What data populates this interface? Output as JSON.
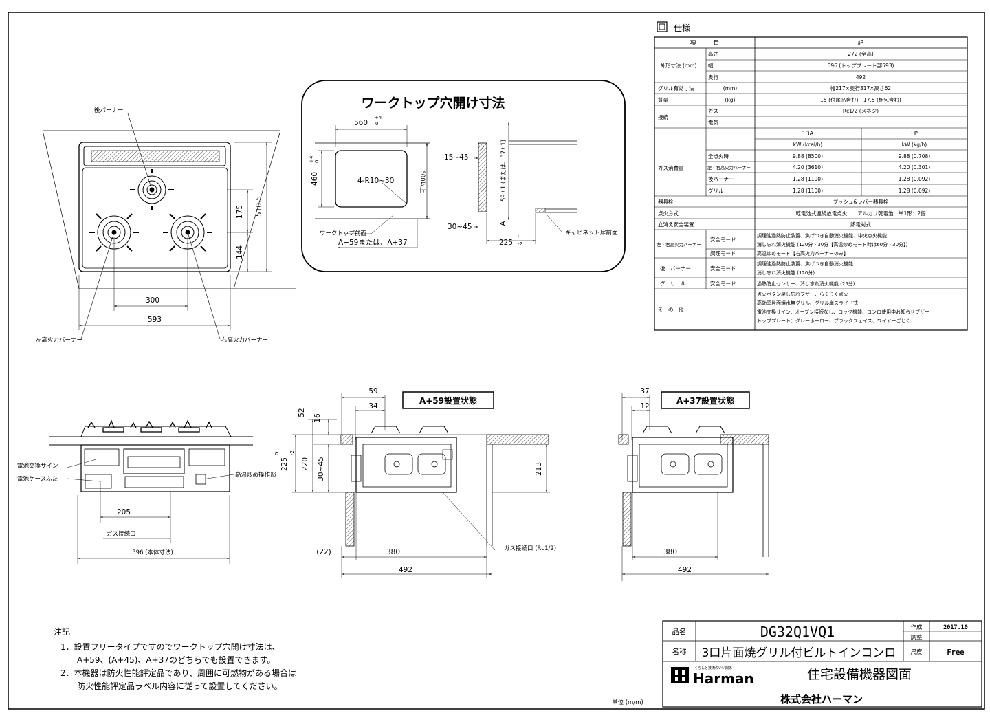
{
  "spec": {
    "title": "仕様",
    "head": [
      "項　　　目",
      "記"
    ],
    "rows": [
      {
        "g": "外形寸法 (mm)",
        "k": "高さ",
        "v": "272 (全高)"
      },
      {
        "k": "幅",
        "v": "596 (トッププレート部593)"
      },
      {
        "k": "奥行",
        "v": "492"
      },
      {
        "g": "グリル有効寸法",
        "k": "(mm)",
        "v": "幅217×奥行317×高さ62"
      },
      {
        "g": "質量",
        "k": "(kg)",
        "v": "15 (付属品含む)　17.5 (梱包含む)"
      },
      {
        "g": "接続",
        "k": "ガス",
        "v": "Rc1/2 (メネジ)"
      },
      {
        "k": "電気",
        "v": ""
      }
    ],
    "gas": {
      "group": "ガス消費量",
      "cols": [
        "13A",
        "LP"
      ],
      "units": [
        "kW (kcal/h)",
        "kW (kg/h)"
      ],
      "rows": [
        {
          "k": "全点火時",
          "a": "9.88 (8500)",
          "b": "9.88 (0.708)"
        },
        {
          "k": "左・右高火力バーナー",
          "a": "4.20 (3610)",
          "b": "4.20 (0.301)"
        },
        {
          "k": "後バーナー",
          "a": "1.28 (1100)",
          "b": "1.28 (0.092)"
        },
        {
          "k": "グリル",
          "a": "1.28 (1100)",
          "b": "1.28 (0.092)"
        }
      ]
    },
    "misc": [
      {
        "k": "器具栓",
        "v": "プッシュ&レバー器具栓"
      },
      {
        "k": "点火方式",
        "v": "乾電池式連続放電点火　　アルカリ乾電池　単1形：2個"
      },
      {
        "k": "立消え安全装置",
        "v": "熱電対式"
      }
    ],
    "safety": {
      "lr_label": "左・右高火力バーナー",
      "rear_label": "後　バーナー",
      "grill_label": "グ　リ　ル",
      "mode_safe": "安全モード",
      "mode_cook": "調理モード",
      "lr_safe_1": "調理油過熱防止装置、焦げつき自動消火機能、中火点火機能",
      "lr_safe_2": "消し忘れ消火機能 (120分・30分【高温炒めモード時は60分・30分】)",
      "lr_cook": "高温炒めモード【右高火力バーナーのみ】",
      "rear_1": "調理油過熱防止装置、焦げつき自動消火機能",
      "rear_2": "消し忘れ消火機能 (120分)",
      "grill": "過熱防止センサー、消し忘れ消火機能 (25分)"
    },
    "other": {
      "label": "そ　の　他",
      "lines": [
        "点火ボタン戻し忘れブザー、らくらく点火",
        "高効率片面焼水無グリル、グリル扉スライド式",
        "電池交換サイン、オーブン接続なし、ロック機能、コンロ使用中お知らせブザー",
        "トッププレート：グレーホーロー、ブラックフェイス、ワイヤーごとく"
      ]
    }
  },
  "top_view": {
    "label_rear": "後バーナー",
    "label_left": "左高火力バーナー",
    "label_right": "右高火力バーナー",
    "dim_300": "300",
    "dim_593": "593",
    "dim_175": "175",
    "dim_144": "144",
    "dim_510": "510.5"
  },
  "cutout": {
    "title": "ワークトップ穴開け寸法",
    "w": "560",
    "w_tol": "+4",
    "w_tol2": "0",
    "h": "460",
    "h_tol": "+4",
    "h_tol2": "0",
    "radius": "4-R10~30",
    "depth_min": "600以上",
    "front_label": "ワークトップ前面",
    "a_value": "A+59または、A+37",
    "range_top": "15~45",
    "range_bottom": "30~45",
    "vertical": "59±1 (または、37±1)",
    "a_letter": "A",
    "d225": "225",
    "d225_tol": "0",
    "d225_tol2": "-2",
    "cabinet": "キャビネット扉前面"
  },
  "front_view": {
    "battery_sign": "電池交換サイン",
    "battery_lid": "電池ケースふた",
    "high_temp": "高温炒め操作部",
    "dim_205": "205",
    "gas_inlet": "ガス接続口",
    "dim_596": "596 (本体寸法)"
  },
  "side59": {
    "title": "A+59設置状態",
    "d59": "59",
    "d34": "34",
    "d52": "52",
    "d16": "16",
    "d2252": "225",
    "d2252_tol": "0",
    "d2252_tol2": "-2",
    "d220": "220",
    "d3045": "30~45",
    "d213": "213",
    "d22": "(22)",
    "d380": "380",
    "d492": "492",
    "gas": "ガス接続口 (Rc1/2)"
  },
  "side37": {
    "title": "A+37設置状態",
    "d37": "37",
    "d12": "12",
    "d380": "380",
    "d492": "492"
  },
  "notes": {
    "title": "注記",
    "l1": "1．設置フリータイプですのでワークトップ穴開け寸法は、",
    "l2": "A+59、(A+45)、A+37のどちらでも設置できます。",
    "l3": "2．本機器は防火性能評定品であり、周囲に可燃物がある場合は",
    "l4": "防火性能評定品ラベル内容に従って設置してください。",
    "unit": "単位 (m/m)"
  },
  "title_block": {
    "hinmei_label": "品名",
    "hinmei": "DG32Q1VQ1",
    "meisho_label": "名称",
    "meisho": "3口片面焼グリル付ビルトインコンロ",
    "sakusei_label": "作成",
    "sakusei": "2017.10",
    "chosei_label": "調整",
    "shakudo_label": "尺度",
    "shakudo": "Free",
    "brand": "Harman",
    "brand_tag": "くらしと技術のいい関係",
    "drawing": "住宅設備機器図面",
    "company": "株式会社ハーマン"
  }
}
